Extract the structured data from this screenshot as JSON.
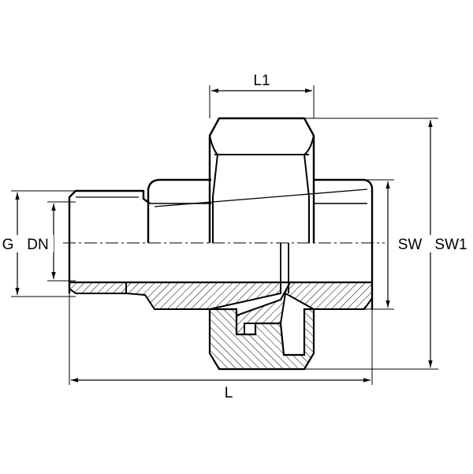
{
  "labels": {
    "l1": "L1",
    "g": "G",
    "dn": "DN",
    "sw": "SW",
    "sw1": "SW1",
    "l": "L"
  },
  "colors": {
    "line": "#000000",
    "background": "#ffffff"
  }
}
